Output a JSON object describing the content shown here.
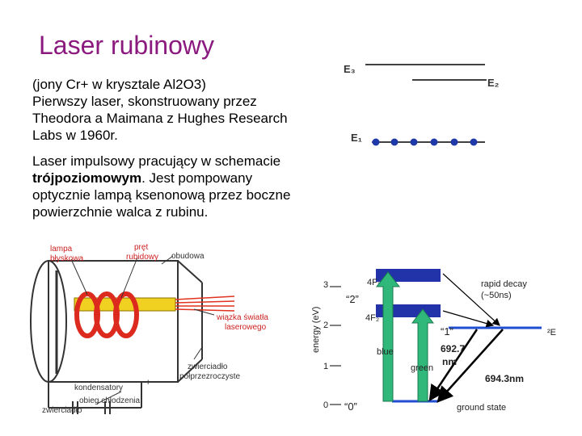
{
  "slide": {
    "title": "Laser rubinowy",
    "paragraph1_lines": [
      "(jony Cr+ w krysztale Al2O3)",
      "Pierwszy laser, skonstruowany przez",
      "Theodora a Maimana z Hughes Research",
      "Labs w 1960r."
    ],
    "paragraph2": {
      "line1": "Laser impulsowy pracujący w schemacie",
      "bold": "trójpoziomowym",
      "line2_rest": ". Jest pompowany",
      "line3": "optycznie lampą ksenonową przez boczne",
      "line4": "powierzchnie walca z rubinu."
    }
  },
  "level_scheme": {
    "e3": "E₃",
    "e2": "E₂",
    "e1": "E₁",
    "colors": {
      "line": "#000000",
      "ions": "#1f3aa8",
      "label": "#333333"
    }
  },
  "laser_schematic": {
    "labels": {
      "lamp": [
        "lampa",
        "błyskowa"
      ],
      "rod": [
        "pręt",
        "rubidowy"
      ],
      "housing": "obudowa",
      "beam": [
        "wiązka światła",
        "laserowego"
      ],
      "condensers": "kondensatory",
      "cooling": "obieg chłodzenia",
      "semi_mirror": [
        "zwierciadło",
        "półprzezroczyste"
      ],
      "mirror": "zwierciadło",
      "plus": "+"
    },
    "colors": {
      "label": "#cc2222",
      "coil": "#dd2a1f",
      "rod": "#f0d020",
      "beam": "#e0321f"
    }
  },
  "energy_diagram": {
    "axis_label": "energy (eV)",
    "ticks": [
      "3",
      "2",
      "1",
      "0"
    ],
    "levels": {
      "f1": "4F₁",
      "f2": "4F₂",
      "q2": "“2”",
      "q1": "“1”",
      "q0": "“0”",
      "two_e": "²E",
      "ground": "ground state"
    },
    "transitions": {
      "blue": "blue",
      "green": "green",
      "rapid_decay": [
        "rapid decay",
        "(~50ns)"
      ],
      "line1": [
        "692.7",
        "nm"
      ],
      "line2": "694.3nm"
    },
    "colors": {
      "band": "#2233aa",
      "pump": "#2fb87a",
      "level": "#1f4fd0",
      "text": "#222222"
    }
  }
}
